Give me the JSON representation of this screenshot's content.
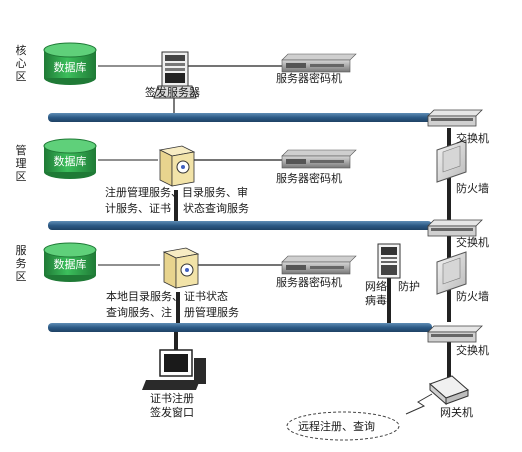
{
  "zones": {
    "core": "核心区",
    "management": "管理区",
    "service": "服务区"
  },
  "database_label": "数据库",
  "core": {
    "server_label": "签发服务器",
    "crypto_label": "服务器密码机"
  },
  "management": {
    "crypto_label": "服务器密码机",
    "services_line1": "注册管理服务、目录服务、审",
    "services_line2": "计服务、证书",
    "services_line3": "状态查询服务"
  },
  "service": {
    "crypto_label": "服务器密码机",
    "services_line1": "本地目录服务、",
    "services_line2": "查询服务、注",
    "services_line3a": "证书状态",
    "services_line3b": "册管理服务",
    "antivirus": "网络病毒",
    "protection": "防护"
  },
  "right": {
    "switch1": "交换机",
    "firewall1": "防火墙",
    "switch2": "交换机",
    "firewall2": "防火墙",
    "switch3": "交换机",
    "gateway": "网关机"
  },
  "workstation_line1": "证书注册",
  "workstation_line2": "签发窗口",
  "remote_label": "远程注册、查询",
  "colors": {
    "database": "#2e9e4a",
    "backbone": "#2f5f8a",
    "server_body": "#f2e3a8",
    "rack": "#9a9a9a"
  }
}
